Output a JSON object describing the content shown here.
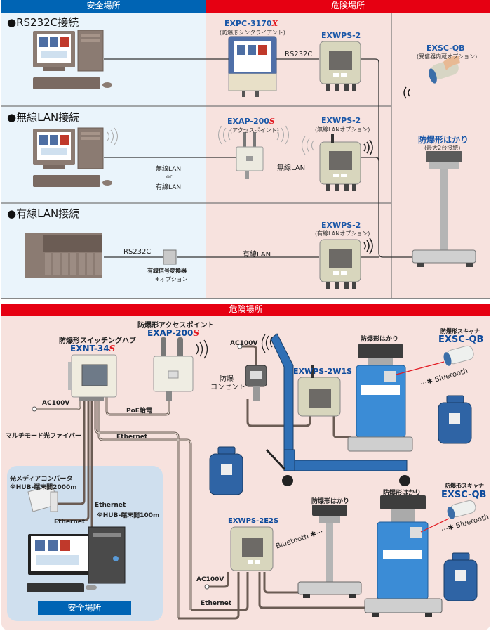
{
  "top_panel": {
    "header_safe": "安全場所",
    "header_hazard": "危険場所",
    "colors": {
      "safe_header": "#0064b4",
      "hazard_header": "#e60012",
      "safe_bg": "#eaf4fb",
      "hazard_bg": "#f7e2de"
    },
    "sections": [
      {
        "title": "●RS232C接続",
        "device_main": "EXPC-3170",
        "device_main_suffix": "X",
        "device_main_sub": "(防爆形シンクライアント)",
        "link_label": "RS232C",
        "terminal": "EXWPS-2"
      },
      {
        "title": "●無線LAN接続",
        "ap_name": "EXAP-200",
        "ap_suffix": "S",
        "ap_sub": "(アクセスポイント)",
        "link_label_1": "無線LAN",
        "link_label_or": "or",
        "link_label_2": "有線LAN",
        "link_label_ap": "無線LAN",
        "terminal": "EXWPS-2",
        "terminal_sub": "(無線LANオプション)"
      },
      {
        "title": "●有線LAN接続",
        "link_label_1": "RS232C",
        "converter_label": "有線信号変換器",
        "converter_sub": "※オプション",
        "link_label_2": "有線LAN",
        "terminal": "EXWPS-2",
        "terminal_sub": "(有線LANオプション)"
      }
    ],
    "right_column": {
      "scanner_name": "EXSC-QB",
      "scanner_sub": "(受信器内蔵オプション)",
      "scale_name": "防爆形はかり",
      "scale_sub": "(最大2台接続)"
    }
  },
  "bottom_panel": {
    "header": "危険場所",
    "hub_label": "防爆形スイッチングハブ",
    "hub_name": "EXNT-34",
    "hub_suffix": "S",
    "ap_label": "防爆形アクセスポイント",
    "ap_name": "EXAP-200",
    "ap_suffix": "S",
    "ac_hub": "AC100V",
    "poe": "PoE給電",
    "fiber": "マルチモード光ファイバー",
    "ethernet_1": "Ethernet",
    "outlet_ac": "AC100V",
    "outlet_label_1": "防爆",
    "outlet_label_2": "コンセント",
    "terminal_w": "EXWPS-2W1S",
    "scale_1": "防爆形はかり",
    "scanner_1_label": "防爆形スキャナ",
    "scanner_1_name": "EXSC-QB",
    "bluetooth_1": "Bluetooth",
    "safe_zone": {
      "converter_label": "光メディアコンバータ",
      "converter_note": "※HUB-端末間2000m",
      "eth_label": "Ethernet",
      "eth_note": "※HUB-端末間100m",
      "eth_pc": "Ethernet",
      "badge": "安全場所"
    },
    "terminal_e": "EXWPS-2E2S",
    "scale_2": "防爆形はかり",
    "scale_3": "防爆形はかり",
    "scanner_2_label": "防爆形スキャナ",
    "scanner_2_name": "EXSC-QB",
    "bluetooth_2": "Bluetooth",
    "bluetooth_3": "Bluetooth",
    "ac_term": "AC100V",
    "ethernet_2": "Ethernet"
  }
}
